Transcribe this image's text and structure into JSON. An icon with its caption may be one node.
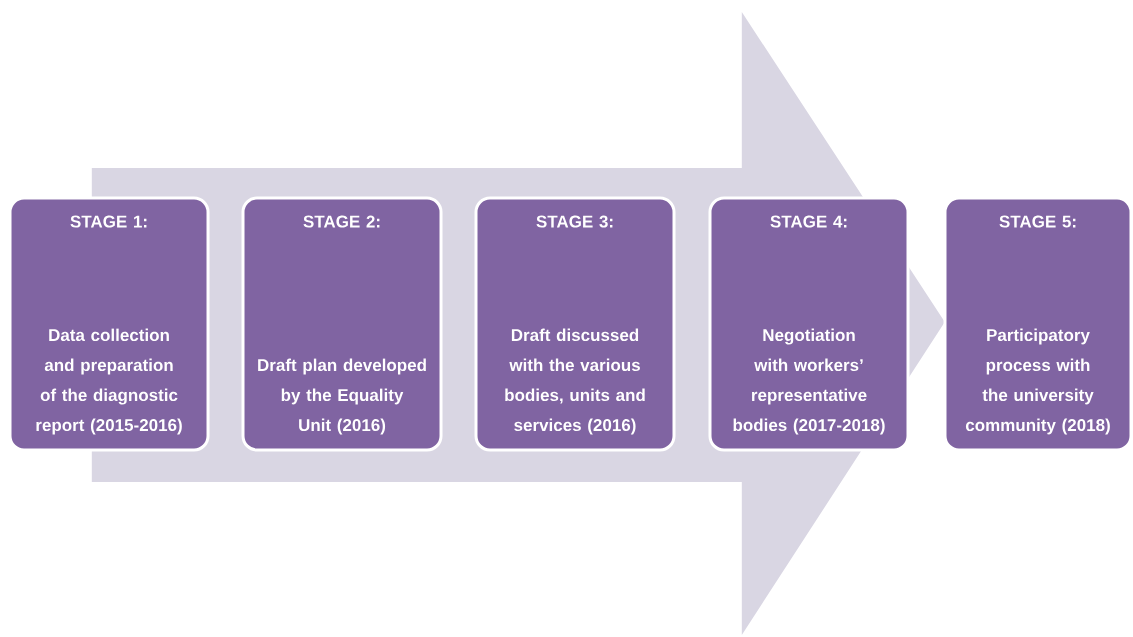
{
  "diagram": {
    "nodes": [
      {
        "text": [
          "STAGE 1:",
          "Data collection and preparation of the diagnostic report (2015-2016)"
        ]
      },
      {
        "text": [
          "STAGE 2:",
          "Draft plan developed by the Equality Unit (2016)"
        ]
      },
      {
        "text": [
          "STAGE 3:",
          "Draft discussed with the various bodies, units and services (2016)"
        ]
      },
      {
        "text": [
          "STAGE 4:",
          "Negotiation with workers’ representative bodies (2017-2018)"
        ]
      },
      {
        "text": [
          "STAGE 5:",
          "Participatory process with the university community (2018)"
        ]
      }
    ],
    "edges": [
      {
        "from": 0,
        "to": 4,
        "arrow": "to",
        "style": "thick"
      }
    ]
  }
}
